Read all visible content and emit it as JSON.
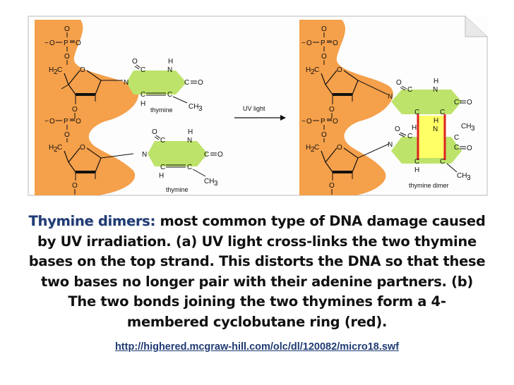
{
  "diagram": {
    "atoms": {
      "O": "O",
      "P": "P",
      "N": "N",
      "C": "C",
      "H": "H",
      "h2c": "H",
      "h2c_sub": "2",
      "h2c_c": "C",
      "ch3": "CH",
      "ch3_sub": "3",
      "minus": "−"
    },
    "labels": {
      "thymine_top": "thymine",
      "thymine_bottom": "thymine",
      "uv_light": "UV light",
      "thymine_dimer": "thymine dimer"
    },
    "colors": {
      "backbone": "#f5a04a",
      "base": "#bde36a",
      "dimer_ring": "#ffff66",
      "dimer_bonds": "#e0201f"
    }
  },
  "caption": {
    "term": "Thymine dimers:",
    "body": " most common type of DNA damage caused by UV irradiation. (a) UV light cross-links the two thymine bases on the top strand. This distorts the DNA so that these two bases no longer pair with their adenine partners. (b) The two bonds joining the two thymines form a 4-membered cyclobutane ring (red)."
  },
  "link": {
    "text": "http://highered.mcgraw-hill.com/olc/dl/120082/micro18.swf"
  }
}
